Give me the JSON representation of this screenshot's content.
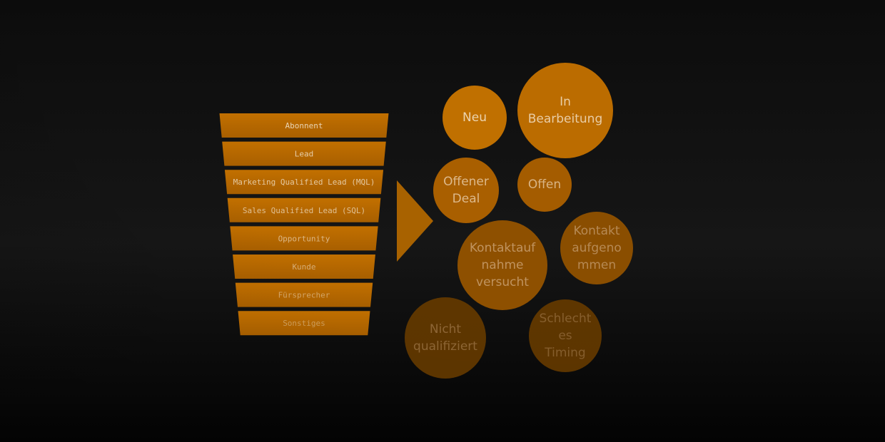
{
  "funnel": {
    "stages": [
      "Abonnent",
      "Lead",
      "Marketing Qualified Lead (MQL)",
      "Sales Qualified Lead (SQL)",
      "Opportunity",
      "Kunde",
      "Fürsprecher",
      "Sonstiges"
    ]
  },
  "statuses": [
    "Neu",
    "In Bearbeitung",
    "Offener Deal",
    "Offen",
    "Kontaktaufnahme versucht",
    "Kontakt aufgenommen",
    "Nicht qualifiziert",
    "Schlechtes Timing"
  ],
  "colors": {
    "accent": "#b86a00",
    "accent_light": "#c87800",
    "text_light": "#e6d2b4"
  }
}
